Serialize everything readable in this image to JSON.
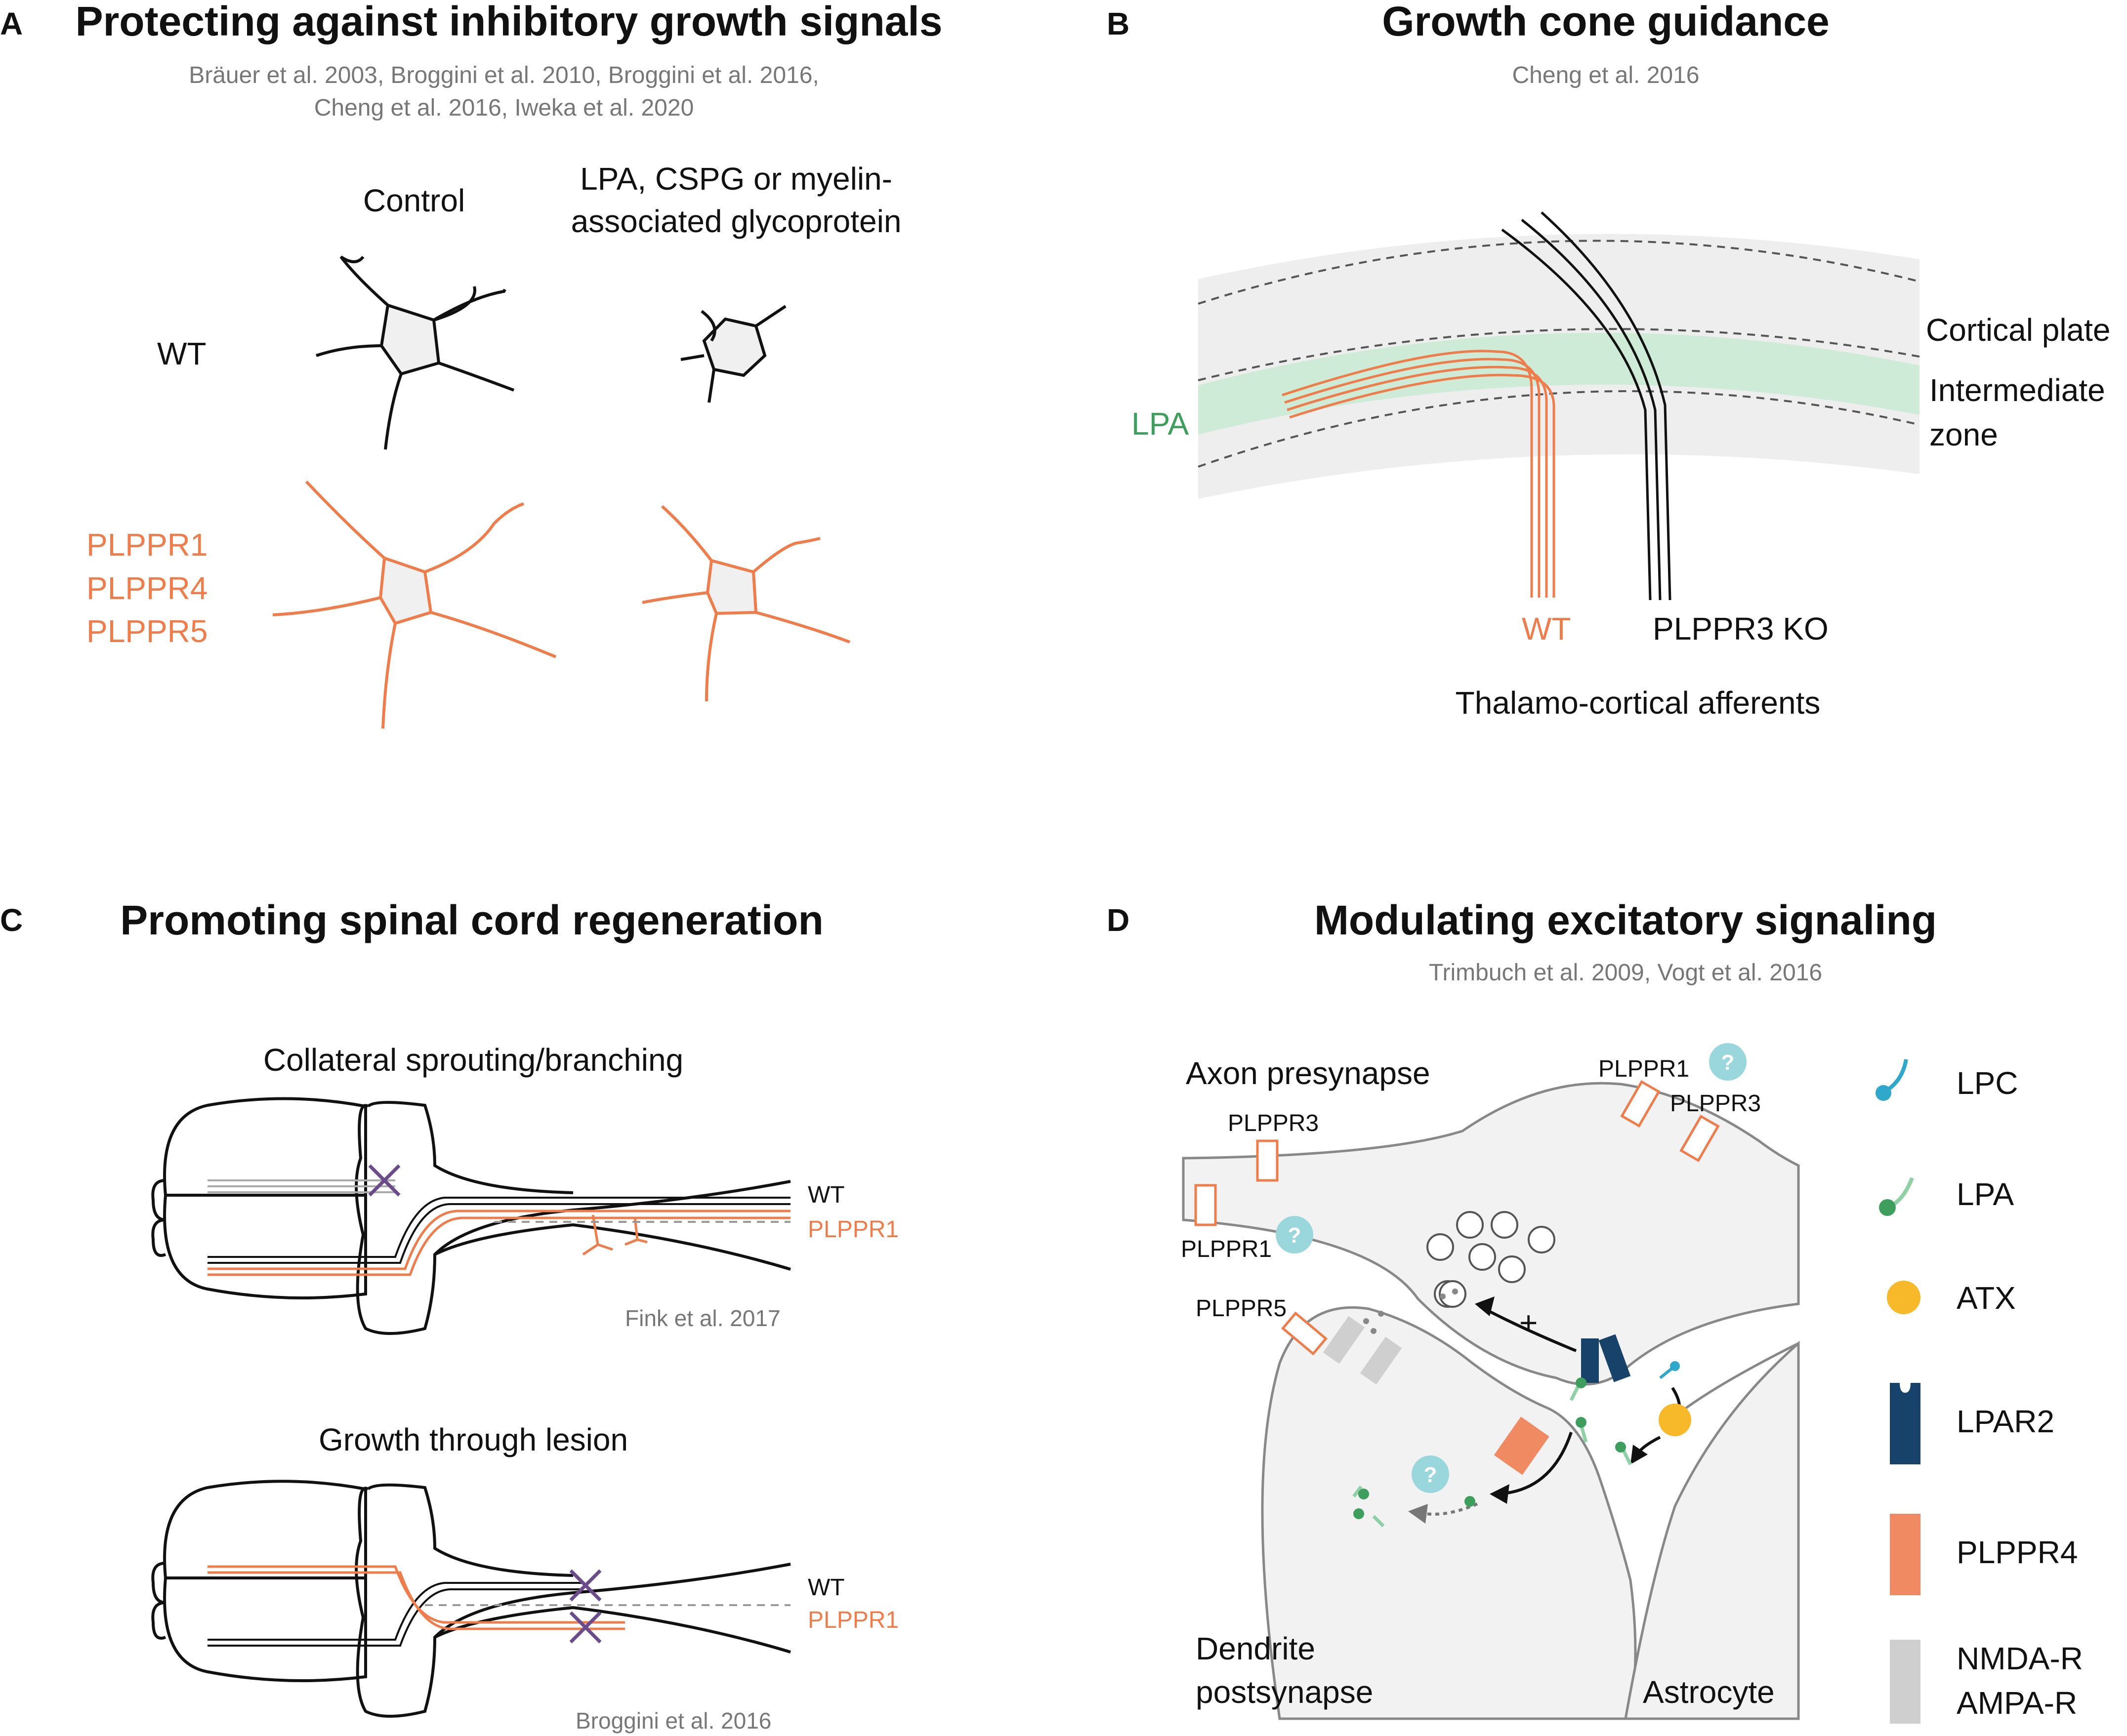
{
  "panels": {
    "A": {
      "letter": "A",
      "title": "Protecting against inhibitory growth signals",
      "citation_line1": "Bräuer et al. 2003, Broggini et al. 2010, Broggini et al. 2016,",
      "citation_line2": "Cheng et al. 2016, Iweka et al. 2020",
      "col_control": "Control",
      "col_treat_line1": "LPA, CSPG or myelin-",
      "col_treat_line2": "associated glycoprotein",
      "row_wt": "WT",
      "row_plppr_1": "PLPPR1",
      "row_plppr_2": "PLPPR4",
      "row_plppr_3": "PLPPR5"
    },
    "B": {
      "letter": "B",
      "title": "Growth cone guidance",
      "citation": "Cheng et al. 2016",
      "cortical_plate": "Cortical plate",
      "intermediate_line1": "Intermediate",
      "intermediate_line2": "zone",
      "lpa": "LPA",
      "wt": "WT",
      "ko": "PLPPR3 KO",
      "afferents": "Thalamo-cortical afferents"
    },
    "C": {
      "letter": "C",
      "title": "Promoting spinal cord regeneration",
      "sub1": "Collateral sprouting/branching",
      "wt1": "WT",
      "plppr1_1": "PLPPR1",
      "cite1": "Fink et al. 2017",
      "sub2": "Growth through lesion",
      "wt2": "WT",
      "plppr1_2": "PLPPR1",
      "cite2": "Broggini et al. 2016"
    },
    "D": {
      "letter": "D",
      "title": "Modulating excitatory signaling",
      "citation": "Trimbuch et al. 2009, Vogt et al. 2016",
      "axon": "Axon  presynapse",
      "dendrite_line1": "Dendrite",
      "dendrite_line2": "postsynapse",
      "astrocyte": "Astrocyte",
      "plppr1_top": "PLPPR1",
      "plppr3_right": "PLPPR3",
      "plppr3_left": "PLPPR3",
      "plppr1_left": "PLPPR1",
      "plppr5": "PLPPR5",
      "plus": "+",
      "question": "?",
      "legend": [
        {
          "label": "LPC",
          "icon": "lpc-icon",
          "color": "#2fa8cc"
        },
        {
          "label": "LPA",
          "icon": "lpa-icon",
          "color": "#3e9e5d"
        },
        {
          "label": "ATX",
          "icon": "atx-icon",
          "color": "#f7b929"
        },
        {
          "label": "LPAR2",
          "icon": "lpar2-icon",
          "color": "#17436b"
        },
        {
          "label": "PLPPR4",
          "icon": "plppr4-icon",
          "color": "#ef8a62"
        },
        {
          "label_line1": "NMDA-R",
          "label_line2": "AMPA-R",
          "icon": "receptor-icon",
          "color": "#cfcfcf"
        }
      ]
    }
  },
  "colors": {
    "orange": "#ee7d4b",
    "green_band": "#cdebd6",
    "lpa_green": "#3e9e5d",
    "gray_band": "#eeeeee",
    "purple_cross": "#6a4c8c",
    "cell_fill": "#f2f2f2"
  }
}
